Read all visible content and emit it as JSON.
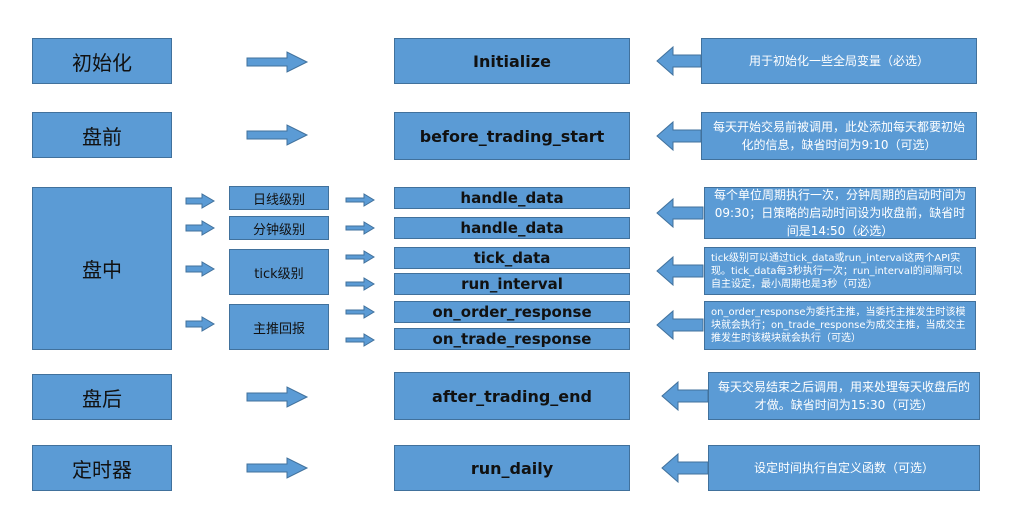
{
  "colors": {
    "box_fill": "#5b9bd5",
    "box_border": "#41719c",
    "arrow_fill": "#5b9bd5"
  },
  "phases": {
    "init": "初始化",
    "pre": "盘前",
    "intraday": "盘中",
    "post": "盘后",
    "timer": "定时器"
  },
  "intraday_sub": {
    "daily": "日线级别",
    "minute": "分钟级别",
    "tick": "tick级别",
    "push": "主推回报"
  },
  "functions": {
    "initialize": "Initialize",
    "before_trading_start": "before_trading_start",
    "handle_data_daily": "handle_data",
    "handle_data_minute": "handle_data",
    "tick_data": "tick_data",
    "run_interval": "run_interval",
    "on_order_response": "on_order_response",
    "on_trade_response": "on_trade_response",
    "after_trading_end": "after_trading_end",
    "run_daily": "run_daily"
  },
  "descriptions": {
    "init": "用于初始化一些全局变量（必选）",
    "pre": "每天开始交易前被调用，此处添加每天都要初始化的信息，缺省时间为9:10（可选）",
    "handle": "每个单位周期执行一次，分钟周期的启动时间为09:30；日策略的启动时间设为收盘前，缺省时间是14:50（必选）",
    "tick": "tick级别可以通过tick_data或run_interval这两个API实现。tick_data每3秒执行一次；run_interval的间隔可以自主设定，最小周期也是3秒（可选）",
    "push": "on_order_response为委托主推，当委托主推发生时该模块就会执行；on_trade_response为成交主推，当成交主推发生时该模块就会执行（可选）",
    "post": "每天交易结束之后调用，用来处理每天收盘后的才做。缺省时间为15:30（可选）",
    "timer": "设定时间执行自定义函数（可选）"
  }
}
